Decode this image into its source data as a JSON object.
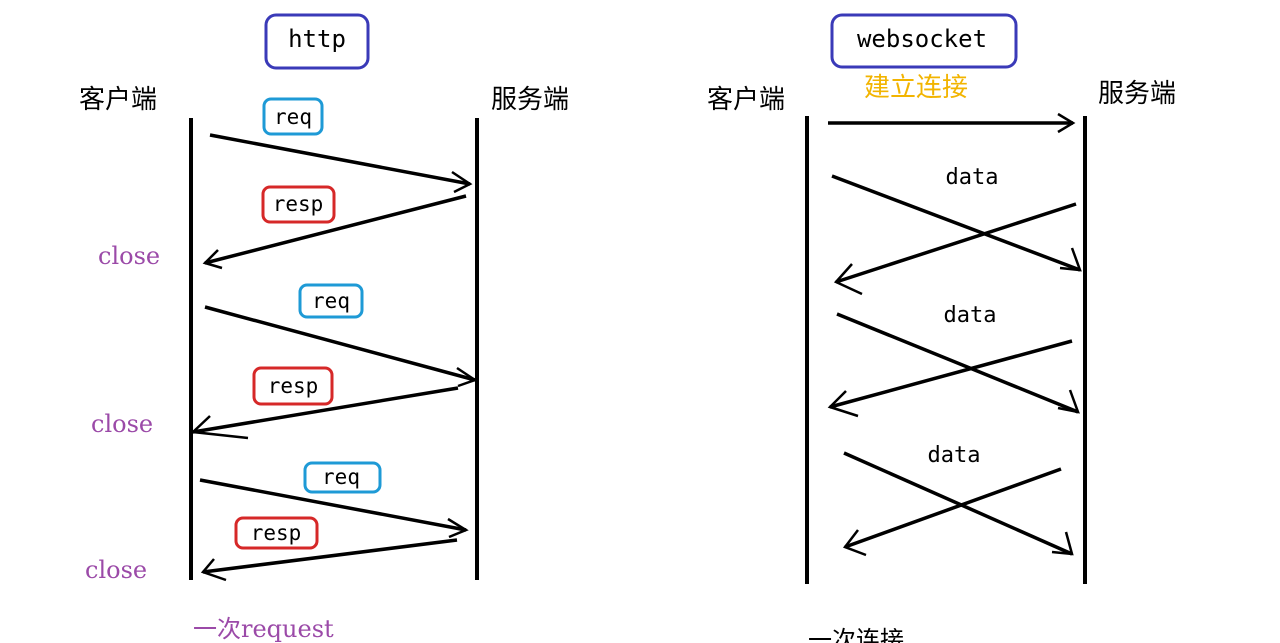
{
  "http": {
    "title": "http",
    "client_label": "客户端",
    "server_label": "服务端",
    "req_label": "req",
    "resp_label": "resp",
    "close_label": "close",
    "footer": "一次request"
  },
  "websocket": {
    "title": "websocket",
    "client_label": "客户端",
    "server_label": "服务端",
    "connect_label": "建立连接",
    "data_label": "data",
    "footer": "一次连接"
  },
  "colors": {
    "title_box": "#3a3ab8",
    "req_box": "#1e9ad6",
    "resp_box": "#d62828",
    "close_text": "#9b4aa8",
    "connect_text": "#f2b400",
    "line": "#000000"
  }
}
